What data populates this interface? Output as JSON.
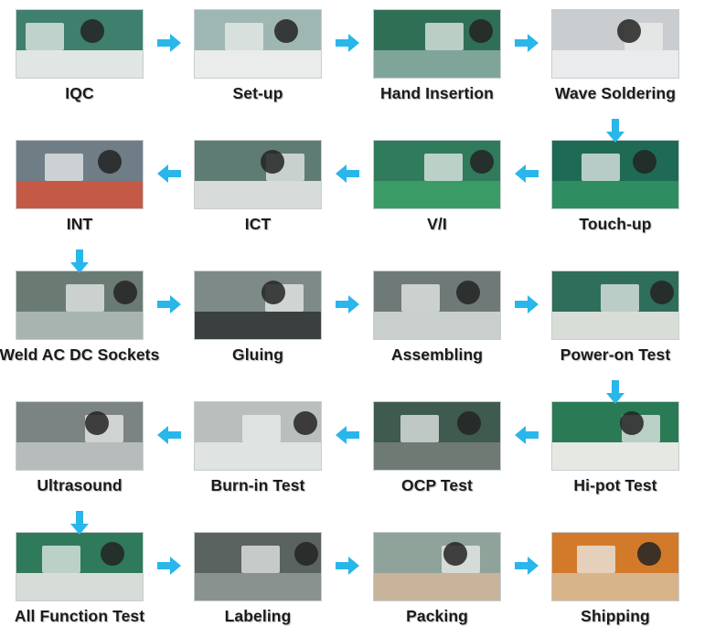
{
  "colors": {
    "arrow": "#29b6ea",
    "label": "#1b1b1b"
  },
  "steps": [
    {
      "label": "IQC",
      "icon": "inspection-photo",
      "bg": "#3f7f6d",
      "bench": "#dfe6e4"
    },
    {
      "label": "Set-up",
      "icon": "machine-setup-photo",
      "bg": "#9fb7b3",
      "bench": "#e9ecea"
    },
    {
      "label": "Hand Insertion",
      "icon": "assembly-line-photo",
      "bg": "#2f6f55",
      "bench": "#7fa59a"
    },
    {
      "label": "Wave Soldering",
      "icon": "soldering-machine-photo",
      "bg": "#c9cdcf",
      "bench": "#e9ebec"
    },
    {
      "label": "Touch-up",
      "icon": "circuit-board-photo",
      "bg": "#1f6a55",
      "bench": "#2f8d62"
    },
    {
      "label": "V/I",
      "icon": "visual-inspection-photo",
      "bg": "#2f7b5c",
      "bench": "#3b9b66"
    },
    {
      "label": "ICT",
      "icon": "circuit-test-photo",
      "bg": "#5f7c74",
      "bench": "#d7dcda"
    },
    {
      "label": "INT",
      "icon": "test-station-photo",
      "bg": "#6f7e86",
      "bench": "#c45a45"
    },
    {
      "label": "Weld AC DC Sockets",
      "icon": "welding-photo",
      "bg": "#6a7b74",
      "bench": "#a8b4b0"
    },
    {
      "label": "Gluing",
      "icon": "gluing-photo",
      "bg": "#7d8a87",
      "bench": "#3a3f3f"
    },
    {
      "label": "Assembling",
      "icon": "assembling-photo",
      "bg": "#6f7a78",
      "bench": "#c8cfcd"
    },
    {
      "label": "Power-on Test",
      "icon": "power-test-photo",
      "bg": "#2e6e5a",
      "bench": "#d9ddd8"
    },
    {
      "label": "Hi-pot Test",
      "icon": "hipot-tester-photo",
      "bg": "#2a7a55",
      "bench": "#e6e8e4"
    },
    {
      "label": "OCP Test",
      "icon": "ocp-test-photo",
      "bg": "#3f5a4e",
      "bench": "#707a74"
    },
    {
      "label": "Burn-in Test",
      "icon": "burn-in-rack-photo",
      "bg": "#b9bfbd",
      "bench": "#dfe3e1"
    },
    {
      "label": "Ultrasound",
      "icon": "ultrasonic-welder-photo",
      "bg": "#7c8483",
      "bench": "#b6bcbb"
    },
    {
      "label": "All Function Test",
      "icon": "function-test-photo",
      "bg": "#2e7a5a",
      "bench": "#d7dcd9"
    },
    {
      "label": "Labeling",
      "icon": "labeling-photo",
      "bg": "#5a6360",
      "bench": "#8a928f"
    },
    {
      "label": "Packing",
      "icon": "packing-photo",
      "bg": "#8fa39a",
      "bench": "#c8b49a"
    },
    {
      "label": "Shipping",
      "icon": "shipping-container-photo",
      "bg": "#d27a2a",
      "bench": "#d8b48a"
    }
  ],
  "arrows": [
    {
      "from": 0,
      "to": 1,
      "dir": "right"
    },
    {
      "from": 1,
      "to": 2,
      "dir": "right"
    },
    {
      "from": 2,
      "to": 3,
      "dir": "right"
    },
    {
      "from": 3,
      "to": 4,
      "dir": "down"
    },
    {
      "from": 4,
      "to": 5,
      "dir": "left"
    },
    {
      "from": 5,
      "to": 6,
      "dir": "left"
    },
    {
      "from": 6,
      "to": 7,
      "dir": "left"
    },
    {
      "from": 7,
      "to": 8,
      "dir": "down"
    },
    {
      "from": 8,
      "to": 9,
      "dir": "right"
    },
    {
      "from": 9,
      "to": 10,
      "dir": "right"
    },
    {
      "from": 10,
      "to": 11,
      "dir": "right"
    },
    {
      "from": 11,
      "to": 12,
      "dir": "down"
    },
    {
      "from": 12,
      "to": 13,
      "dir": "left"
    },
    {
      "from": 13,
      "to": 14,
      "dir": "left"
    },
    {
      "from": 14,
      "to": 15,
      "dir": "left"
    },
    {
      "from": 15,
      "to": 16,
      "dir": "down"
    },
    {
      "from": 16,
      "to": 17,
      "dir": "right"
    },
    {
      "from": 17,
      "to": 18,
      "dir": "right"
    },
    {
      "from": 18,
      "to": 19,
      "dir": "right"
    }
  ]
}
